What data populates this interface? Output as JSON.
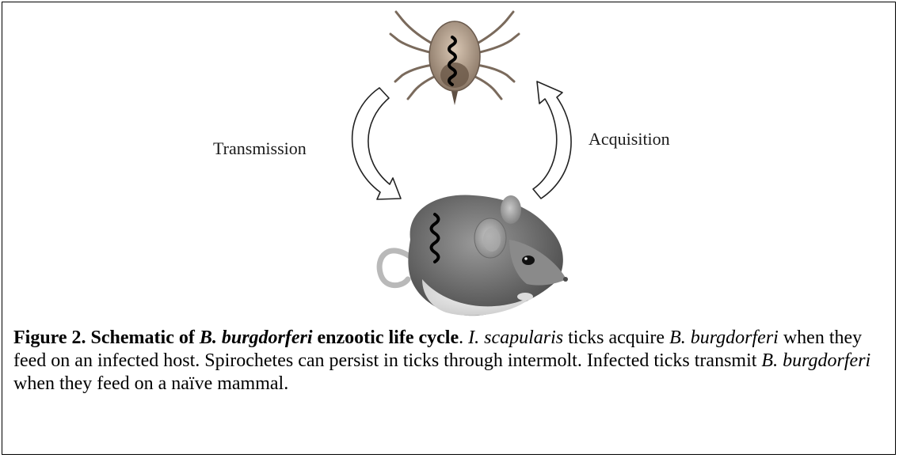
{
  "diagram": {
    "labels": {
      "transmission": "Transmission",
      "acquisition": "Acquisition"
    }
  },
  "caption": {
    "figure_label": "Figure 2. Schematic of ",
    "title_species": "B. burgdorferi",
    "title_rest": " enzootic life cycle",
    "title_period": ". ",
    "tick_species": "I. scapularis",
    "text_1": " ticks acquire ",
    "species_1": "B. burgdorferi",
    "text_2": " when they feed on an infected host. Spirochetes can persist in ticks through intermolt. Infected ticks transmit ",
    "species_2": "B. burgdorferi",
    "text_3": " when they feed on a naïve mammal."
  }
}
